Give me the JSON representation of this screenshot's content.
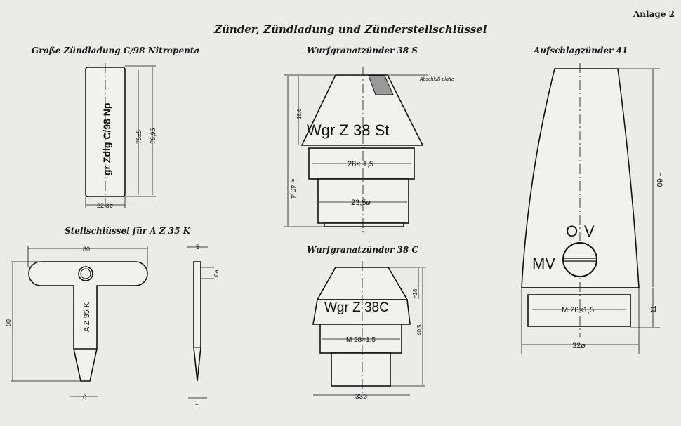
{
  "page_label": "Anlage 2",
  "title": "Zünder, Zündladung und Zünderstellschlüssel",
  "sections": {
    "charge": {
      "heading": "Große Zündladung C/98 Nitropenta",
      "marking": "gr Zdlg C/98 Np",
      "dims": {
        "inner_length": "75±5",
        "total_length": "76,95",
        "diameter": "22,3ø"
      }
    },
    "fuze_38s": {
      "heading": "Wurfgranatzünder 38 S",
      "marking": "Wgr Z 38 St",
      "callout": "Abschluß-platte",
      "dims": {
        "total_height": "≈ 40,4",
        "cone_height": "18,6",
        "thread": "28× 1,5",
        "diameter": "23,5ø"
      }
    },
    "key": {
      "heading": "Stellschlüssel für A Z 35 K",
      "marking": "A Z 35 K",
      "dims": {
        "width": "80",
        "height": "80",
        "tip": "6",
        "thickness": "5",
        "hole": "8ø",
        "tip_side": "1"
      }
    },
    "fuze_38c": {
      "heading": "Wurfgranatzünder 38 C",
      "marking": "Wgr Z 38C",
      "dims": {
        "thread": "M 28×1,5",
        "diameter": "33ø",
        "cone_height": "≈18",
        "total_height": "40,5"
      }
    },
    "fuze_41": {
      "heading": "Aufschlagzünder 41",
      "setting_labels": {
        "o": "O",
        "v": "V",
        "mv": "MV"
      },
      "dims": {
        "height": "≈ 60",
        "thread_height": "11",
        "thread": "M 28×1,5",
        "diameter": "32ø"
      }
    }
  }
}
